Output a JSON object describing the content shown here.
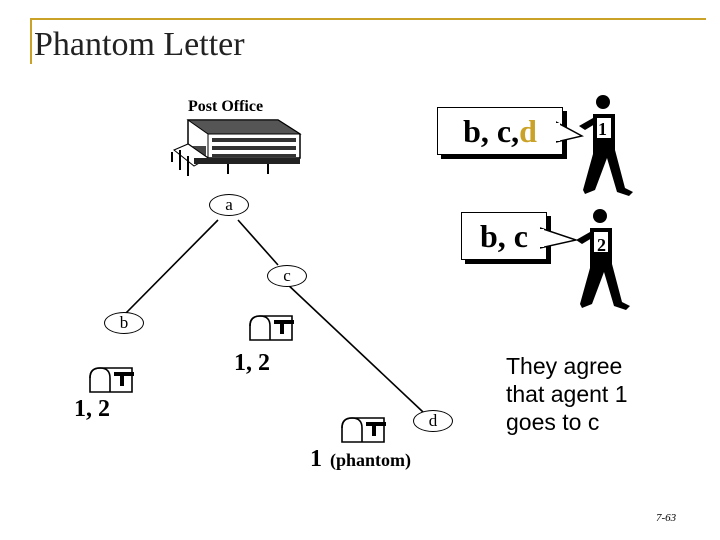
{
  "title": "Phantom Letter",
  "post_office": {
    "label": "Post Office"
  },
  "nodes": {
    "a": "a",
    "b": "b",
    "c": "c",
    "d": "d"
  },
  "bubble1": {
    "part1": "b, c, ",
    "part2": "d"
  },
  "bubble2": {
    "text": "b, c"
  },
  "agents": {
    "agent1": "1",
    "agent2": "2"
  },
  "mailboxes": {
    "b_label": "1, 2",
    "c_label": "1, 2",
    "d_number": "1",
    "d_note": "(phantom)"
  },
  "caption": [
    "They agree",
    "that agent 1",
    "goes to c"
  ],
  "slide_number": "7-63",
  "colors": {
    "frame": "#c9a227",
    "highlight_d": "#c9a227"
  }
}
